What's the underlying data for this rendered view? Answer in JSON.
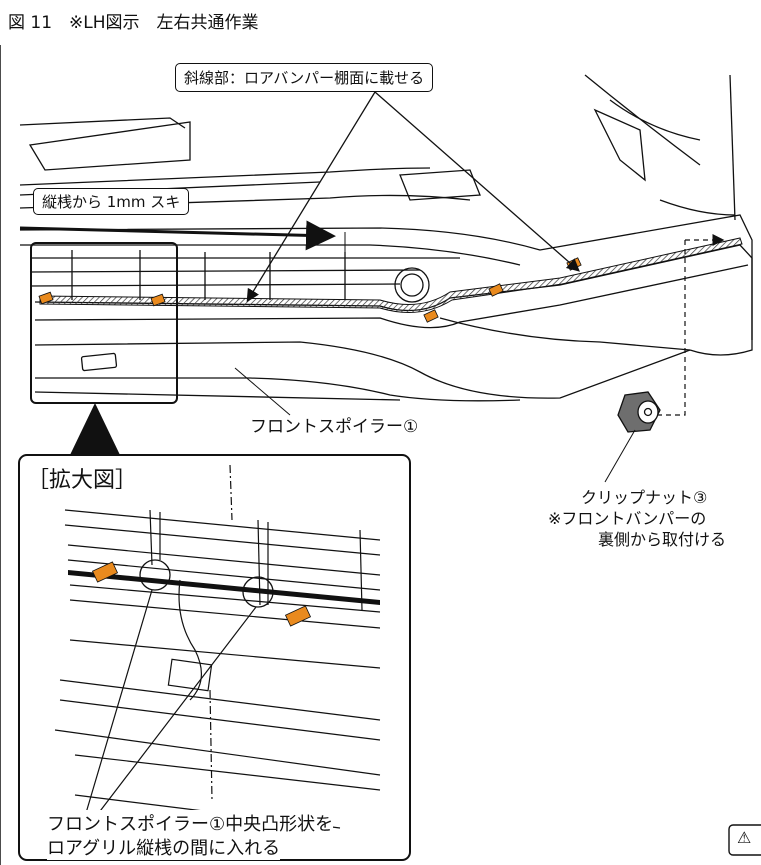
{
  "figure": {
    "title": "図 11　※LH図示　左右共通作業"
  },
  "callouts": {
    "hatched": "斜線部：ロアバンパー棚面に載せる",
    "gap": "縦桟から 1mm スキ",
    "spoiler": "フロントスポイラー①",
    "clip_nut_line1": "クリップナット③",
    "clip_nut_line2": "※フロントバンパーの",
    "clip_nut_line3": "裏側から取付ける"
  },
  "enlarged": {
    "label": "［拡大図］",
    "note_line1": "フロントスポイラー①中央凸形状を",
    "note_line2": "ロアグリル縦桟の間に入れる"
  },
  "warning": {
    "symbol": "⚠"
  },
  "colors": {
    "line": "#111111",
    "tape": "#e98a1e",
    "hatch": "#333333"
  }
}
